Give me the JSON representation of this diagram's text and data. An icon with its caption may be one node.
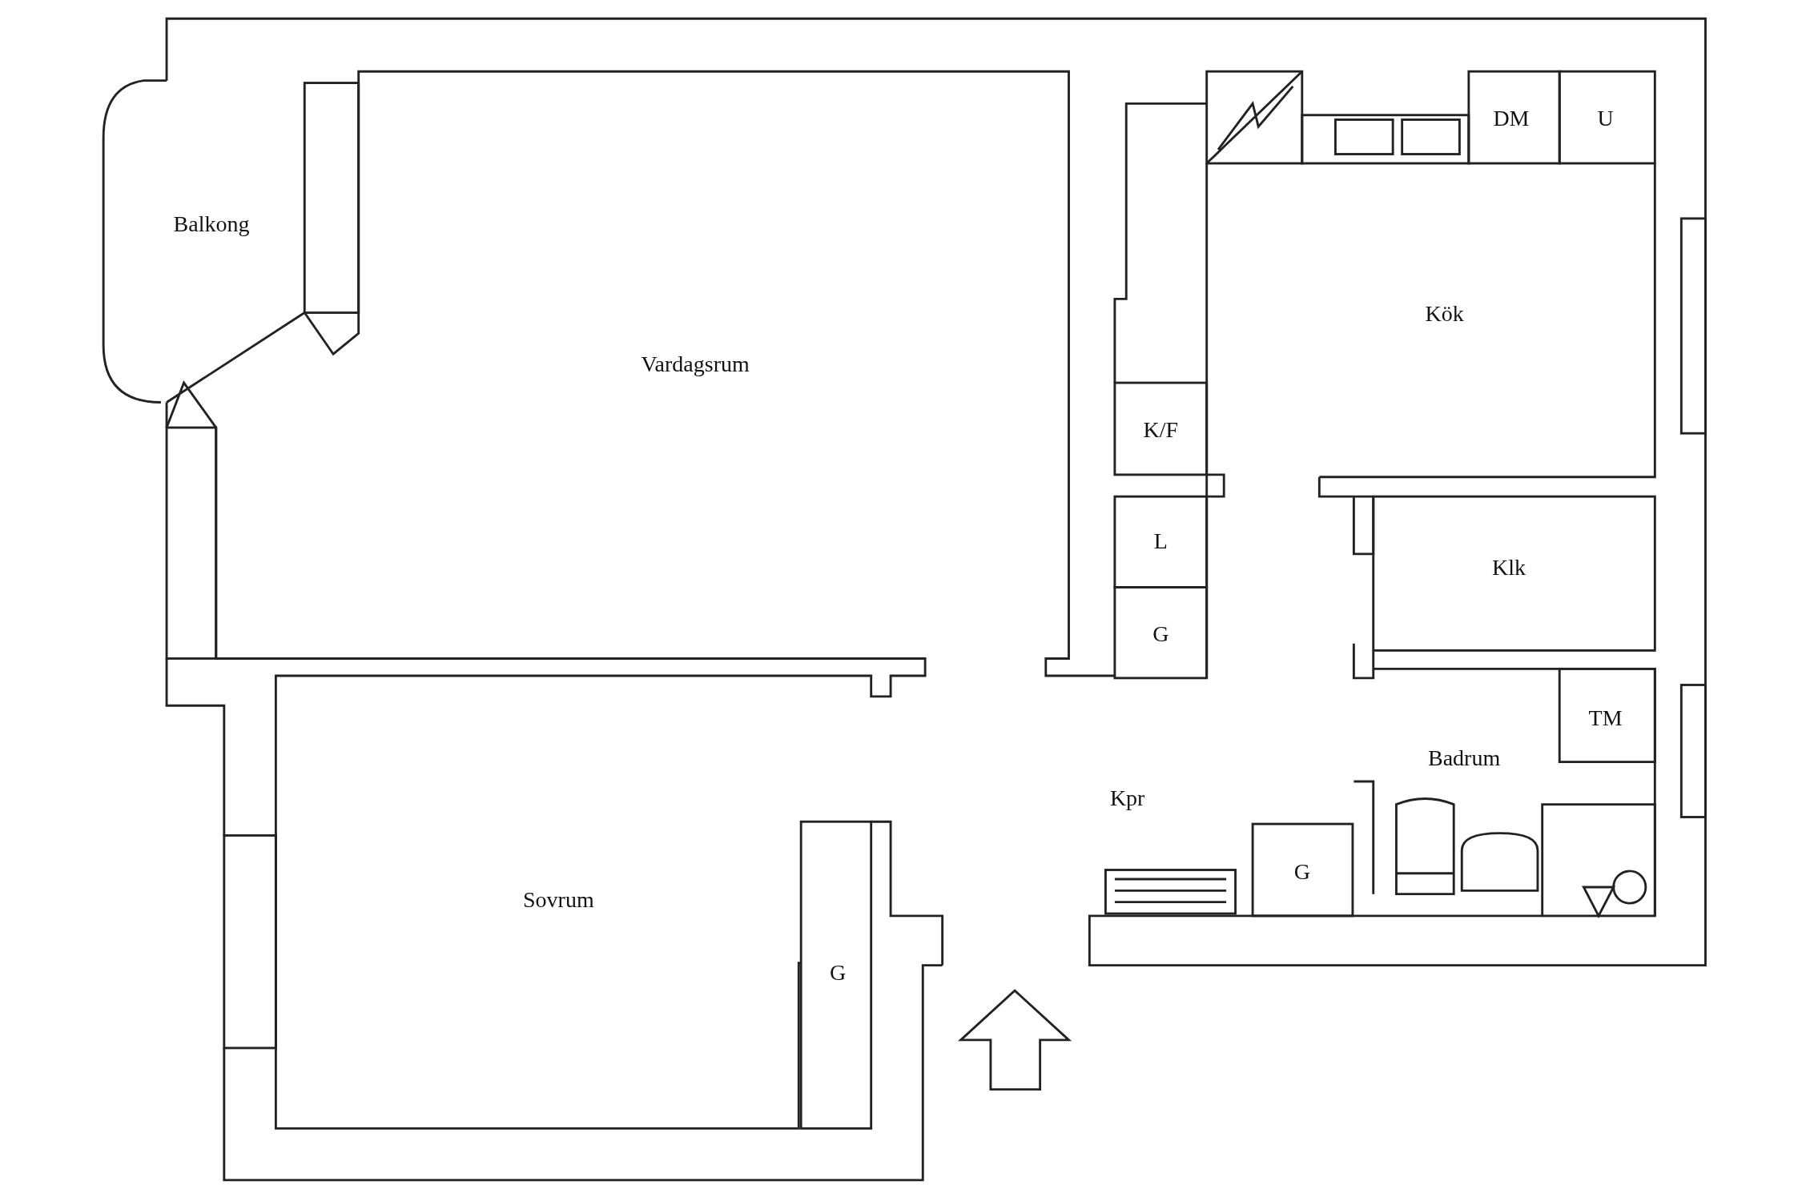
{
  "diagram": {
    "labels": [
      "DM",
      "U",
      "Balkong",
      "Kök",
      "Vardagsrum",
      "K/F",
      "L",
      "Klk",
      "G",
      "TM",
      "Badrum",
      "Kpr",
      "G",
      "Sovrum",
      "G"
    ]
  }
}
